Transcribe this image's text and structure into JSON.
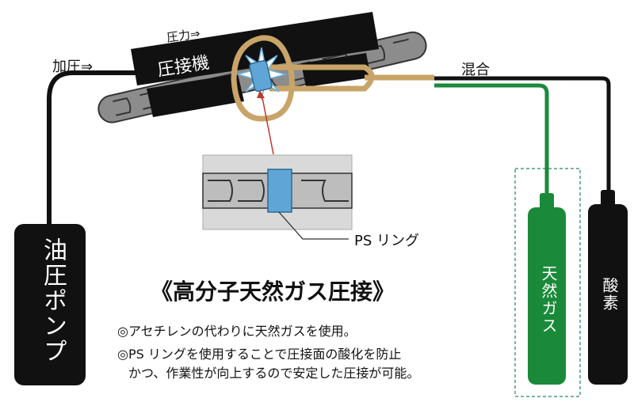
{
  "labels": {
    "pressure_force": "圧力⇒",
    "press_machine": "圧接機",
    "pressurize": "加圧⇒",
    "mix": "混合",
    "ps_ring": "PS リング",
    "hydraulic_pump": "油圧ポンプ",
    "natural_gas": "天然ガス",
    "oxygen": "酸素"
  },
  "title": "《高分子天然ガス圧接》",
  "notes": [
    "◎アセチレンの代わりに天然ガスを使用。",
    "◎PS リングを使用することで圧接面の酸化を防止",
    "かつ、作業性が向上するので安定した圧接が可能。"
  ],
  "colors": {
    "black": "#111111",
    "gas_green": "#1a8a3a",
    "torch_tan": "#c8a468",
    "rebar_gray": "#8c8c8c",
    "ring_blue": "#5fa6d6",
    "dashed_teal": "#4a9a86",
    "pointer_red": "#c0392b"
  }
}
